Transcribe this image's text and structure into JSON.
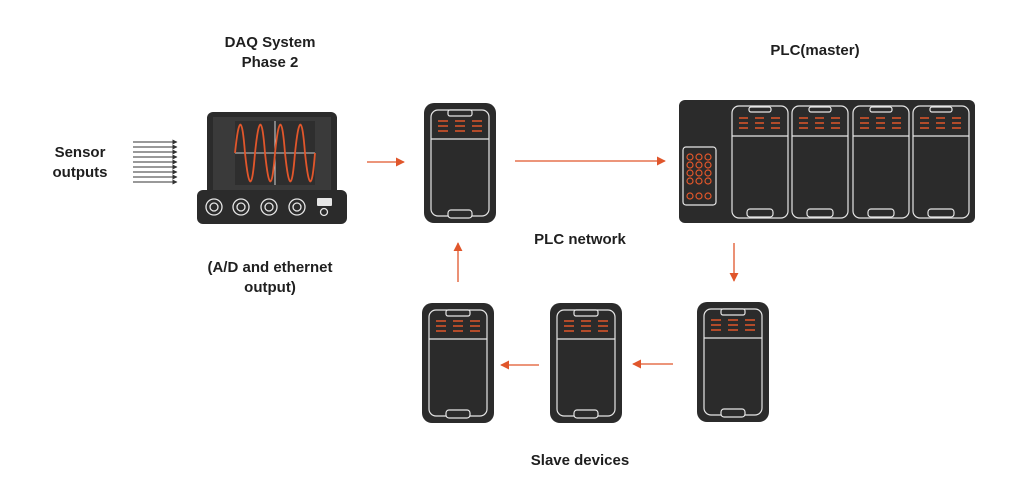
{
  "labels": {
    "daq_title_line1": "DAQ System",
    "daq_title_line2": "Phase 2",
    "sensor_line1": "Sensor",
    "sensor_line2": "outputs",
    "daq_note_line1": "(A/D and ethernet",
    "daq_note_line2": "output)",
    "plc_master": "PLC(master)",
    "plc_network": "PLC network",
    "slave_devices": "Slave devices"
  },
  "colors": {
    "device_body": "#2b2b2b",
    "device_outline": "#e6e6e6",
    "accent": "#e0562b",
    "arrow": "#e0562b",
    "text": "#1f1f1f"
  },
  "icons": {
    "daq": "oscilloscope-daq-icon",
    "module": "plc-module-icon",
    "rack": "plc-rack-icon"
  }
}
